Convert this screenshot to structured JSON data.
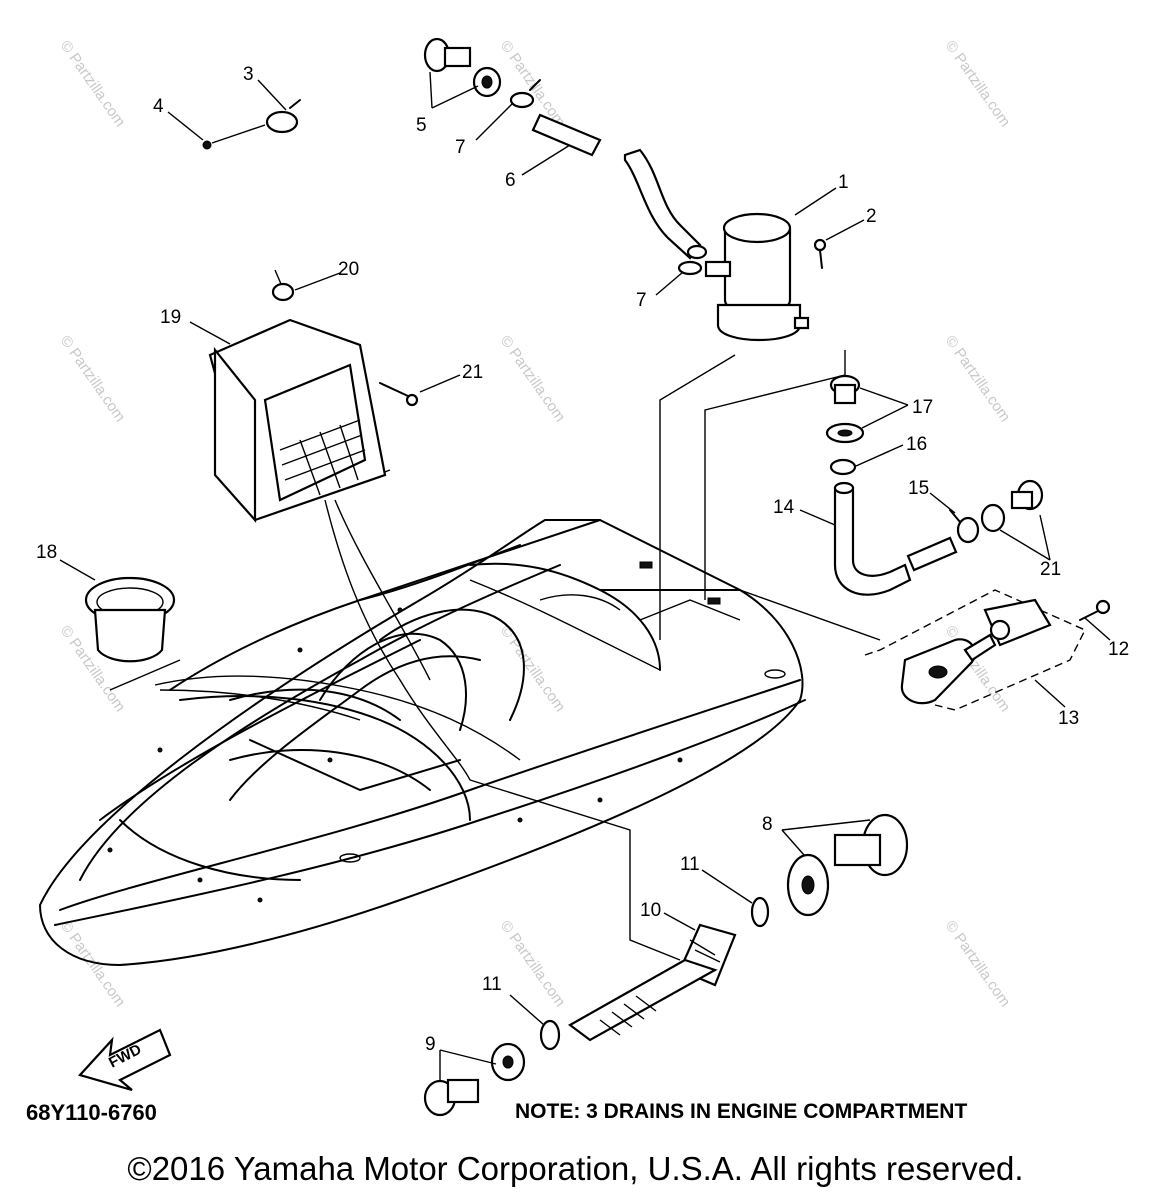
{
  "watermark": "© Partzilla.com",
  "callouts": {
    "c1": "1",
    "c2": "2",
    "c3": "3",
    "c4": "4",
    "c5": "5",
    "c6": "6",
    "c7a": "7",
    "c7b": "7",
    "c8": "8",
    "c9": "9",
    "c10": "10",
    "c11a": "11",
    "c11b": "11",
    "c12": "12",
    "c13": "13",
    "c14": "14",
    "c15": "15",
    "c16": "16",
    "c17": "17",
    "c18": "18",
    "c19": "19",
    "c20": "20",
    "c21a": "21",
    "c21b": "21"
  },
  "fwd_label": "FWD",
  "drawing_number": "68Y110-6760",
  "note": "NOTE: 3 DRAINS IN ENGINE COMPARTMENT",
  "copyright": "©2016  Yamaha Motor Corporation, U.S.A. All rights reserved."
}
